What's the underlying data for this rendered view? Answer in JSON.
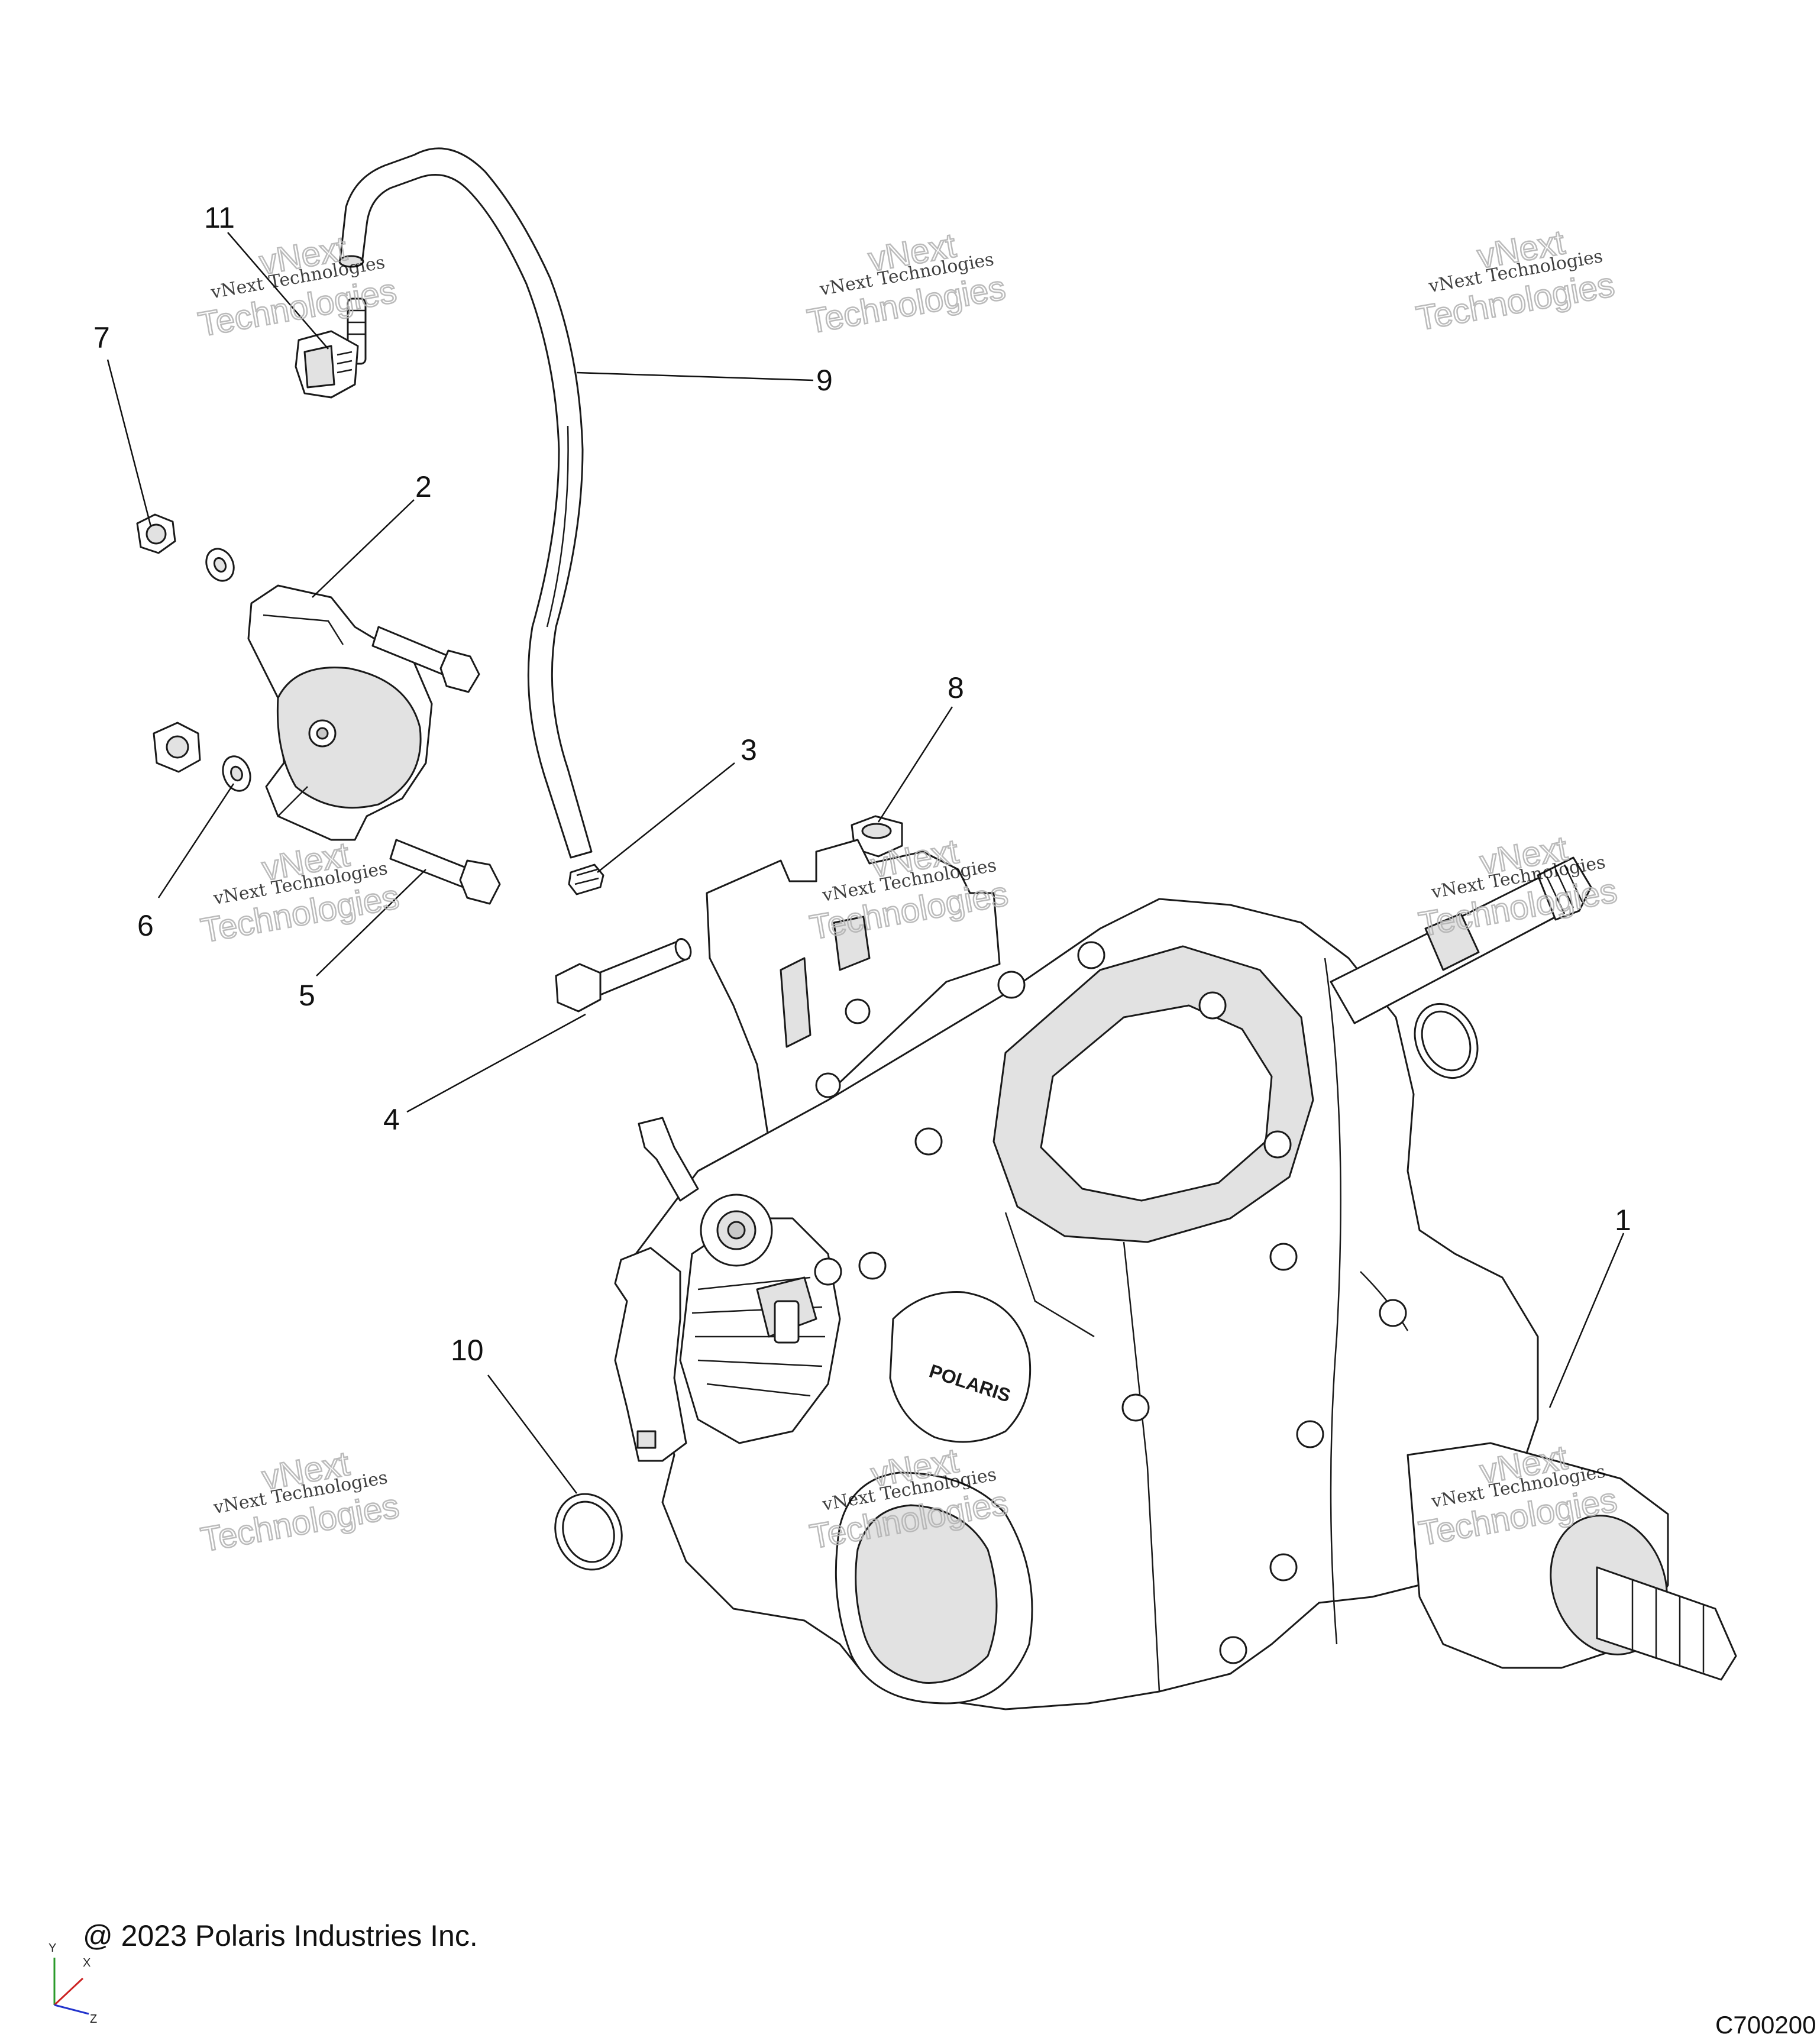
{
  "diagram": {
    "callouts": [
      {
        "id": "c1",
        "label": "1"
      },
      {
        "id": "c2",
        "label": "2"
      },
      {
        "id": "c3",
        "label": "3"
      },
      {
        "id": "c4",
        "label": "4"
      },
      {
        "id": "c5",
        "label": "5"
      },
      {
        "id": "c6",
        "label": "6"
      },
      {
        "id": "c7",
        "label": "7"
      },
      {
        "id": "c8",
        "label": "8"
      },
      {
        "id": "c9",
        "label": "9"
      },
      {
        "id": "c10",
        "label": "10"
      },
      {
        "id": "c11",
        "label": "11"
      }
    ],
    "watermark": {
      "line1": "vNext Technologies",
      "line2": "vNext",
      "line3": "Technologies"
    },
    "copyright": "@ 2023 Polaris Industries Inc.",
    "figure_id": "C700200",
    "brand_mark": "POLARIS",
    "axes": {
      "y": "Y",
      "x": "X",
      "z": "Z"
    }
  }
}
